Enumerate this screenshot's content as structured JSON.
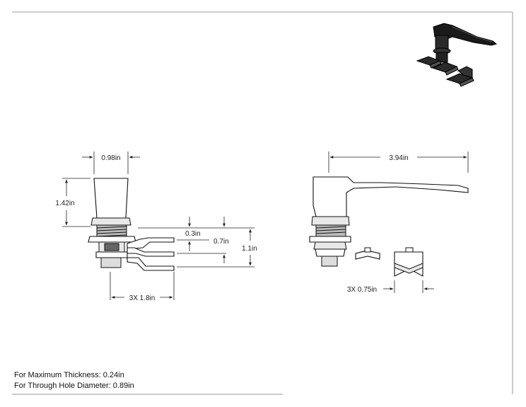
{
  "dimensions": {
    "width_top": "0.98in",
    "height_left": "1.42in",
    "offset_small": "0.3in",
    "offset_mid": "0.7in",
    "offset_total": "1.1in",
    "cam_length": "3X 1.8in",
    "handle_length": "3.94in",
    "cam_width": "3X 0.75in"
  },
  "notes": {
    "max_thickness": "For Maximum Thickness: 0.24in",
    "through_hole": "For Through Hole Diameter: 0.89in"
  },
  "colors": {
    "line": "#222222",
    "border": "#9a9a9a",
    "iso_dark": "#1a1a1a"
  }
}
